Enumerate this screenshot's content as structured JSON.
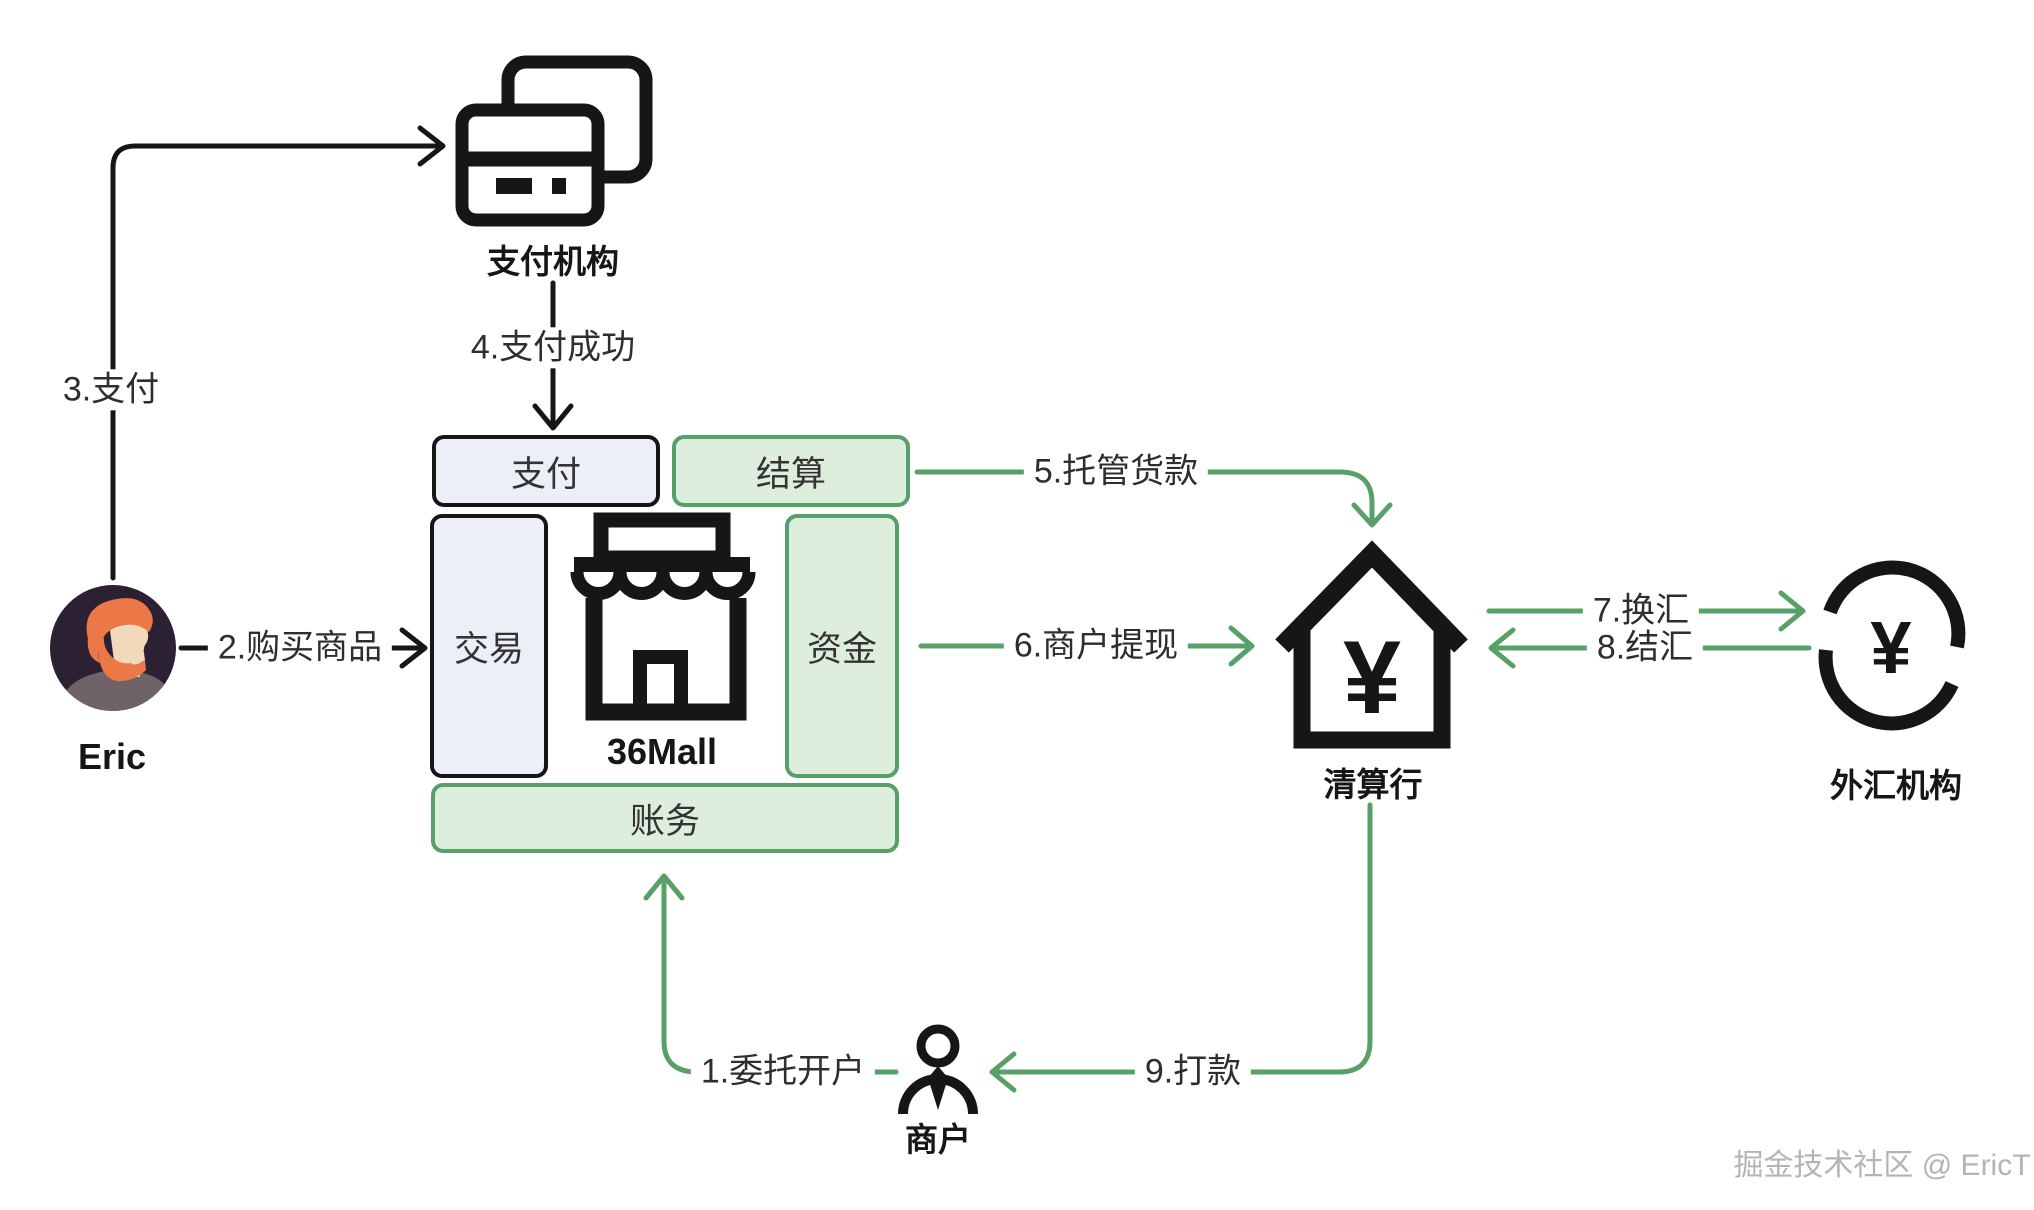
{
  "diagram": {
    "entities": {
      "payment_institution": {
        "label": "支付机构"
      },
      "user": {
        "label": "Eric"
      },
      "mall": {
        "label": "36Mall"
      },
      "clearing_bank": {
        "label": "清算行"
      },
      "fx_institution": {
        "label": "外汇机构"
      },
      "merchant": {
        "label": "商户"
      }
    },
    "modules": {
      "pay": {
        "label": "支付"
      },
      "settle": {
        "label": "结算"
      },
      "trade": {
        "label": "交易"
      },
      "fund": {
        "label": "资金"
      },
      "account": {
        "label": "账务"
      }
    },
    "flows": {
      "f1": {
        "label": "1.委托开户"
      },
      "f2": {
        "label": "2.购买商品"
      },
      "f3": {
        "label": "3.支付"
      },
      "f4": {
        "label": "4.支付成功"
      },
      "f5": {
        "label": "5.托管货款"
      },
      "f6": {
        "label": "6.商户提现"
      },
      "f7": {
        "label": "7.换汇"
      },
      "f8": {
        "label": "8.结汇"
      },
      "f9": {
        "label": "9.打款"
      }
    },
    "currency_symbol": "¥",
    "watermark": "掘金技术社区 @ EricT",
    "colors": {
      "green": "#57a067",
      "green_fill": "#ddeedd",
      "gray_blue_fill": "#edeff8",
      "ink": "#161616",
      "watermark_gray": "#b7b3b3"
    }
  }
}
